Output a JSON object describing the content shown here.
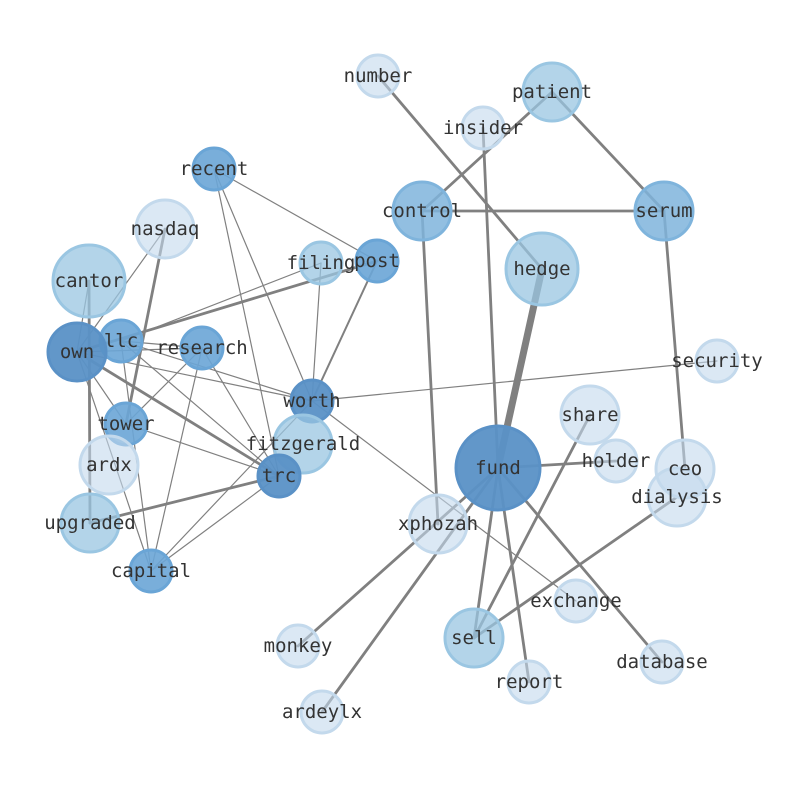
{
  "colors": {
    "edge": "#808080",
    "label": "#333333",
    "shade_1": "#c3d9ec",
    "shade_2": "#9ac6e2",
    "shade_3": "#7fb4dc",
    "shade_4": "#6aa5d6",
    "shade_5": "#5a91c6"
  },
  "nodes": [
    {
      "id": "number",
      "label": "number",
      "shade": 1
    },
    {
      "id": "patient",
      "label": "patient",
      "shade": 2
    },
    {
      "id": "insider",
      "label": "insider",
      "shade": 1
    },
    {
      "id": "recent",
      "label": "recent",
      "shade": 4
    },
    {
      "id": "control",
      "label": "control",
      "shade": 3
    },
    {
      "id": "serum",
      "label": "serum",
      "shade": 3
    },
    {
      "id": "nasdaq",
      "label": "nasdaq",
      "shade": 1
    },
    {
      "id": "filing",
      "label": "filing",
      "shade": 2
    },
    {
      "id": "post",
      "label": "post",
      "shade": 4
    },
    {
      "id": "hedge",
      "label": "hedge",
      "shade": 2
    },
    {
      "id": "cantor",
      "label": "cantor",
      "shade": 2
    },
    {
      "id": "llc",
      "label": "llc",
      "shade": 4
    },
    {
      "id": "own",
      "label": "own",
      "shade": 5
    },
    {
      "id": "research",
      "label": "research",
      "shade": 4
    },
    {
      "id": "security",
      "label": "security",
      "shade": 1
    },
    {
      "id": "worth",
      "label": "worth",
      "shade": 5
    },
    {
      "id": "share",
      "label": "share",
      "shade": 1
    },
    {
      "id": "tower",
      "label": "tower",
      "shade": 4
    },
    {
      "id": "fitzgerald",
      "label": "fitzgerald",
      "shade": 2
    },
    {
      "id": "holder",
      "label": "holder",
      "shade": 1
    },
    {
      "id": "ardx",
      "label": "ardx",
      "shade": 1
    },
    {
      "id": "fund",
      "label": "fund",
      "shade": 5
    },
    {
      "id": "ceo",
      "label": "ceo",
      "shade": 1
    },
    {
      "id": "trc",
      "label": "trc",
      "shade": 5
    },
    {
      "id": "dialysis",
      "label": "dialysis",
      "shade": 1
    },
    {
      "id": "upgraded",
      "label": "upgraded",
      "shade": 2
    },
    {
      "id": "xphozah",
      "label": "xphozah",
      "shade": 1
    },
    {
      "id": "capital",
      "label": "capital",
      "shade": 4
    },
    {
      "id": "exchange",
      "label": "exchange",
      "shade": 1
    },
    {
      "id": "sell",
      "label": "sell",
      "shade": 2
    },
    {
      "id": "monkey",
      "label": "monkey",
      "shade": 1
    },
    {
      "id": "database",
      "label": "database",
      "shade": 1
    },
    {
      "id": "report",
      "label": "report",
      "shade": 1
    },
    {
      "id": "ardeylx",
      "label": "ardeylx",
      "shade": 1
    }
  ],
  "edges": [
    {
      "source": "hedge",
      "target": "fund",
      "weight": 5
    },
    {
      "source": "number",
      "target": "hedge",
      "weight": 2
    },
    {
      "source": "patient",
      "target": "control",
      "weight": 2
    },
    {
      "source": "patient",
      "target": "serum",
      "weight": 2
    },
    {
      "source": "control",
      "target": "serum",
      "weight": 2
    },
    {
      "source": "control",
      "target": "xphozah",
      "weight": 2
    },
    {
      "source": "insider",
      "target": "fund",
      "weight": 2
    },
    {
      "source": "serum",
      "target": "ceo",
      "weight": 2
    },
    {
      "source": "fund",
      "target": "holder",
      "weight": 2
    },
    {
      "source": "fund",
      "target": "sell",
      "weight": 2
    },
    {
      "source": "fund",
      "target": "database",
      "weight": 2
    },
    {
      "source": "fund",
      "target": "report",
      "weight": 2
    },
    {
      "source": "fund",
      "target": "monkey",
      "weight": 2
    },
    {
      "source": "fund",
      "target": "ardeylx",
      "weight": 2
    },
    {
      "source": "share",
      "target": "sell",
      "weight": 2
    },
    {
      "source": "dialysis",
      "target": "sell",
      "weight": 2
    },
    {
      "source": "post",
      "target": "worth",
      "weight": 1.5
    },
    {
      "source": "post",
      "target": "own",
      "weight": 2
    },
    {
      "source": "nasdaq",
      "target": "tower",
      "weight": 2
    },
    {
      "source": "cantor",
      "target": "upgraded",
      "weight": 2
    },
    {
      "source": "upgraded",
      "target": "trc",
      "weight": 2
    },
    {
      "source": "own",
      "target": "trc",
      "weight": 2
    },
    {
      "source": "recent",
      "target": "post",
      "weight": 1
    },
    {
      "source": "recent",
      "target": "worth",
      "weight": 1
    },
    {
      "source": "recent",
      "target": "trc",
      "weight": 1
    },
    {
      "source": "filing",
      "target": "worth",
      "weight": 1
    },
    {
      "source": "filing",
      "target": "llc",
      "weight": 1
    },
    {
      "source": "llc",
      "target": "worth",
      "weight": 1
    },
    {
      "source": "llc",
      "target": "research",
      "weight": 1
    },
    {
      "source": "llc",
      "target": "capital",
      "weight": 1
    },
    {
      "source": "llc",
      "target": "trc",
      "weight": 1
    },
    {
      "source": "own",
      "target": "research",
      "weight": 1
    },
    {
      "source": "own",
      "target": "worth",
      "weight": 1
    },
    {
      "source": "own",
      "target": "tower",
      "weight": 1
    },
    {
      "source": "own",
      "target": "capital",
      "weight": 1
    },
    {
      "source": "research",
      "target": "tower",
      "weight": 1
    },
    {
      "source": "research",
      "target": "capital",
      "weight": 1
    },
    {
      "source": "research",
      "target": "trc",
      "weight": 1
    },
    {
      "source": "worth",
      "target": "security",
      "weight": 1
    },
    {
      "source": "worth",
      "target": "exchange",
      "weight": 1
    },
    {
      "source": "worth",
      "target": "capital",
      "weight": 1
    },
    {
      "source": "tower",
      "target": "trc",
      "weight": 1
    },
    {
      "source": "trc",
      "target": "capital",
      "weight": 1
    },
    {
      "source": "cantor",
      "target": "own",
      "weight": 1
    },
    {
      "source": "nasdaq",
      "target": "own",
      "weight": 1
    }
  ]
}
